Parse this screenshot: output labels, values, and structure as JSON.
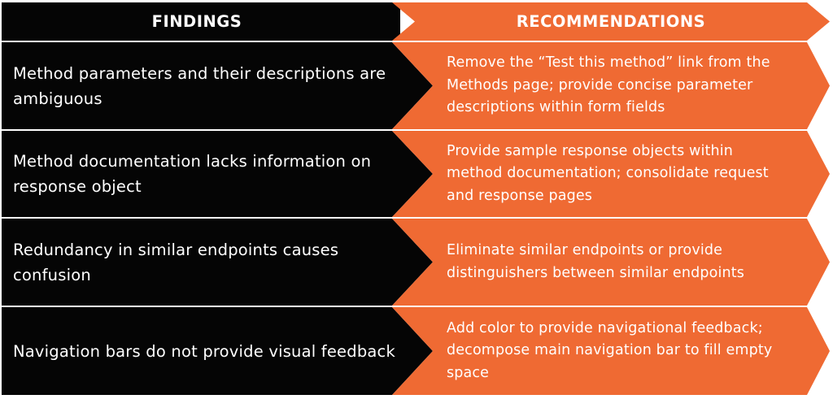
{
  "header": {
    "findings_label": "FINDINGS",
    "recommendations_label": "RECOMMENDATIONS"
  },
  "colors": {
    "dark": "#050505",
    "accent": "#ef6a33",
    "divider": "#ffffff"
  },
  "rows": [
    {
      "finding": "Method parameters and their descriptions are ambiguous",
      "recommendation": "Remove the “Test this method” link from the Methods page; provide concise parameter descriptions within form fields"
    },
    {
      "finding": "Method documentation lacks information on response object",
      "recommendation": "Provide sample response objects within method documentation; consolidate request and response pages"
    },
    {
      "finding": "Redundancy in similar endpoints causes confusion",
      "recommendation": "Eliminate similar endpoints or provide distinguishers between similar endpoints"
    },
    {
      "finding": "Navigation bars do not provide visual feedback",
      "recommendation": "Add color to provide navigational feedback; decompose main navigation bar to fill empty space"
    }
  ]
}
